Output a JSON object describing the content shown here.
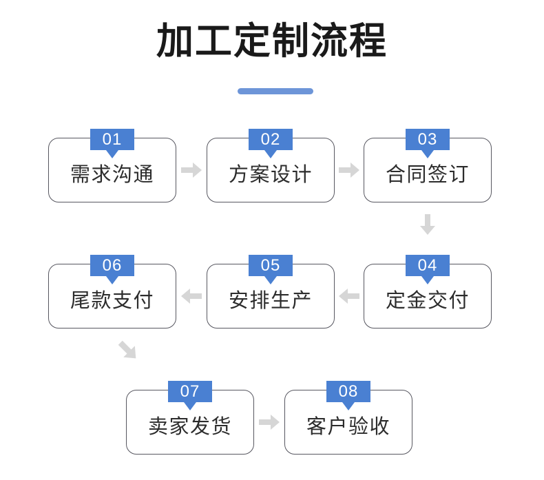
{
  "page": {
    "title": "加工定制流程",
    "background_color": "#ffffff",
    "accent_color": "#4a80d2",
    "underline_color": "#6d95d8",
    "box_border_color": "#56565f",
    "arrow_color": "#d6d6d6",
    "text_color": "#2c2c2c"
  },
  "flow": {
    "rows": [
      {
        "direction": "left-to-right",
        "steps": [
          {
            "number": "01",
            "label": "需求沟通"
          },
          {
            "number": "02",
            "label": "方案设计"
          },
          {
            "number": "03",
            "label": "合同签订"
          }
        ]
      },
      {
        "direction": "right-to-left",
        "steps": [
          {
            "number": "06",
            "label": "尾款支付"
          },
          {
            "number": "05",
            "label": "安排生产"
          },
          {
            "number": "04",
            "label": "定金交付"
          }
        ]
      },
      {
        "direction": "left-to-right",
        "steps": [
          {
            "number": "07",
            "label": "卖家发货"
          },
          {
            "number": "08",
            "label": "客户验收"
          }
        ]
      }
    ]
  },
  "connectors": [
    {
      "name": "arrow-01-to-02",
      "icon": "arrow-right-icon",
      "direction": "right"
    },
    {
      "name": "arrow-02-to-03",
      "icon": "arrow-right-icon",
      "direction": "right"
    },
    {
      "name": "arrow-03-to-04",
      "icon": "arrow-down-icon",
      "direction": "down"
    },
    {
      "name": "arrow-04-to-05",
      "icon": "arrow-left-icon",
      "direction": "left"
    },
    {
      "name": "arrow-05-to-06",
      "icon": "arrow-left-icon",
      "direction": "left"
    },
    {
      "name": "arrow-06-to-07",
      "icon": "arrow-down-right-icon",
      "direction": "down-right"
    },
    {
      "name": "arrow-07-to-08",
      "icon": "arrow-right-icon",
      "direction": "right"
    }
  ]
}
